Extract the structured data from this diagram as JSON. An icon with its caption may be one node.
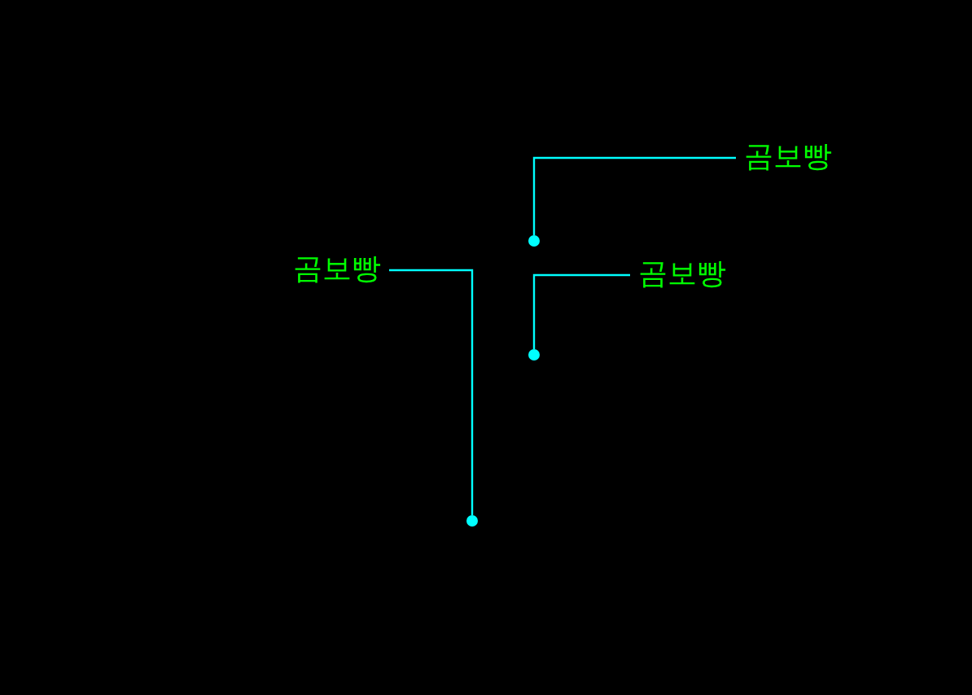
{
  "diagram": {
    "nodes": [
      {
        "text": [
          "곰보빵"
        ]
      },
      {
        "text": [
          "곰보빵"
        ]
      },
      {
        "text": [
          "곰보빵"
        ]
      },
      {
        "text": [],
        "shape": "circle"
      },
      {
        "text": [],
        "shape": "circle"
      },
      {
        "text": [],
        "shape": "circle"
      }
    ],
    "edges": [
      {
        "from": 0,
        "to": 3,
        "arrow": "none"
      },
      {
        "from": 1,
        "to": 5,
        "arrow": "none"
      },
      {
        "from": 2,
        "to": 4,
        "arrow": "none"
      }
    ]
  }
}
